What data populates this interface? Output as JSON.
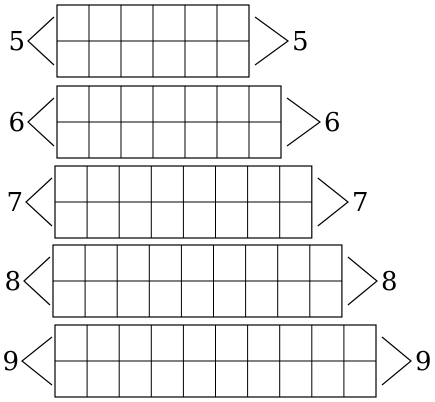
{
  "rows": [
    {
      "label_left": "5",
      "label_right": "5",
      "columns": 6
    },
    {
      "label_left": "6",
      "label_right": "6",
      "columns": 7
    },
    {
      "label_left": "7",
      "label_right": "7",
      "columns": 8
    },
    {
      "label_left": "8",
      "label_right": "8",
      "columns": 9
    },
    {
      "label_left": "9",
      "label_right": "9",
      "columns": 10
    }
  ],
  "grid_rows_per_block": 2,
  "colors": {
    "stroke": "#000000",
    "background": "#ffffff"
  }
}
